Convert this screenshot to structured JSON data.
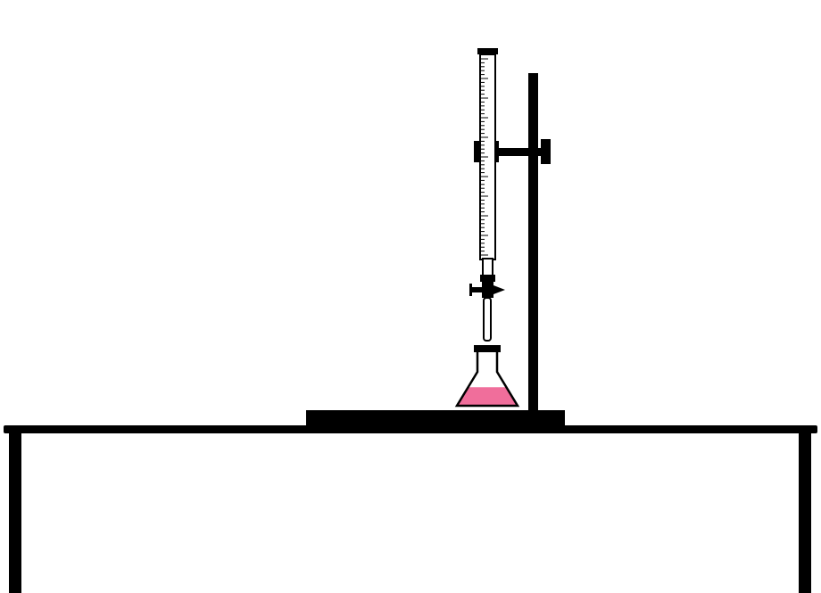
{
  "scene": {
    "apparatus": [
      "lab-table",
      "ring-stand",
      "burette",
      "stopcock",
      "clamp",
      "erlenmeyer-flask"
    ],
    "colors": {
      "outline": "#000000",
      "background": "#ffffff",
      "solution": "#f06e9b"
    },
    "burette": {
      "graduation_count": 50
    },
    "flask": {
      "solution_fill_fraction": 0.3
    }
  }
}
